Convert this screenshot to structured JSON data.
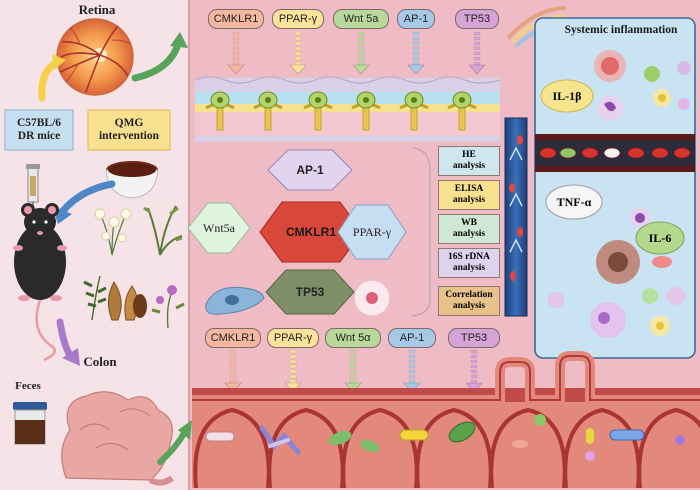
{
  "left_panel": {
    "retina_title": "Retina",
    "mice_label": "C57BL/6\nDR mice",
    "mice_label_lines": [
      "C57BL/6",
      "DR mice"
    ],
    "intervention_lines": [
      "QMG",
      "intervention"
    ],
    "colon_title": "Colon",
    "feces_label": "Feces"
  },
  "top_markers": [
    {
      "label": "CMKLR1",
      "color": "#f6b7a1"
    },
    {
      "label": "PPAR-γ",
      "color": "#fbe39a"
    },
    {
      "label": "Wnt 5a",
      "color": "#b9d99a"
    },
    {
      "label": "AP-1",
      "color": "#a7c9e8"
    },
    {
      "label": "TP53",
      "color": "#d6a3d6"
    }
  ],
  "bottom_markers": [
    {
      "label": "CMKLR1",
      "color": "#f6b7a1"
    },
    {
      "label": "PPAR-γ",
      "color": "#fbe39a"
    },
    {
      "label": "Wnt 5α",
      "color": "#b9d99a"
    },
    {
      "label": "AP-1",
      "color": "#a7c9e8"
    },
    {
      "label": "TP53",
      "color": "#d6a3d6"
    }
  ],
  "hexagons": {
    "ap1": "AP-1",
    "wnt": "Wnt5a",
    "cmklr1": "CMKLR1",
    "ppar": "PPAR-γ",
    "tp53": "TP53"
  },
  "analyses": [
    {
      "lines": [
        "HE",
        "analysis"
      ],
      "color": "#cfe6ef"
    },
    {
      "lines": [
        "ELISA",
        "analysis"
      ],
      "color": "#f7e08e"
    },
    {
      "lines": [
        "WB",
        "analysis"
      ],
      "color": "#cfe8d3"
    },
    {
      "lines": [
        "16S rDNA",
        "analysis"
      ],
      "color": "#ddd3ec"
    }
  ],
  "correlation": {
    "lines": [
      "Correlation",
      "analysis"
    ],
    "color": "#e8c28a"
  },
  "systemic": {
    "title": "Systemic inflammation",
    "cytokines": [
      "IL-1β",
      "TNF-α",
      "IL-6"
    ]
  },
  "colors": {
    "background": "#f3d9df",
    "center_panel": "#efbcc6",
    "systemic_panel": "#c9e3f2",
    "colon_wall": "#c14a4a"
  }
}
